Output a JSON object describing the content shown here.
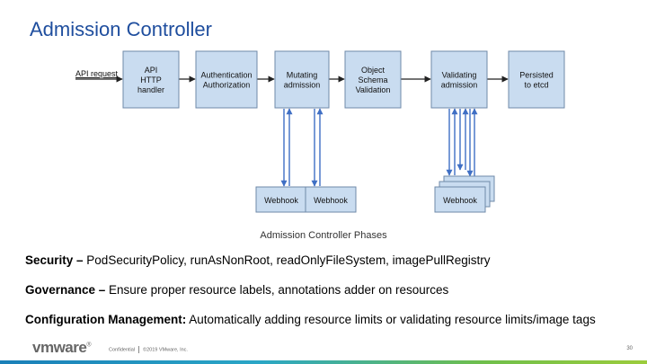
{
  "slide": {
    "title": "Admission Controller",
    "caption": "Admission Controller Phases",
    "bullets": [
      {
        "label": "Security –",
        "text": " PodSecurityPolicy, runAsNonRoot, readOnlyFileSystem, imagePullRegistry"
      },
      {
        "label": "Governance –",
        "text": " Ensure proper resource labels, annotations adder on resources"
      },
      {
        "label": "Configuration Management:",
        "text": " Automatically adding resource limits or validating resource limits/image tags"
      }
    ]
  },
  "diagram": {
    "input_label": "API request",
    "stages": [
      {
        "id": "api-handler",
        "lines": [
          "API",
          "HTTP",
          "handler"
        ]
      },
      {
        "id": "authn-authz",
        "lines": [
          "Authentication",
          "Authorization"
        ]
      },
      {
        "id": "mutating",
        "lines": [
          "Mutating",
          "admission"
        ]
      },
      {
        "id": "schema",
        "lines": [
          "Object",
          "Schema",
          "Validation"
        ]
      },
      {
        "id": "validating",
        "lines": [
          "Validating",
          "admission"
        ]
      },
      {
        "id": "persisted",
        "lines": [
          "Persisted",
          "to etcd"
        ]
      }
    ],
    "webhook_label": "Webhook",
    "box_fill": "#c9dcf0",
    "box_stroke": "#6f8aa8",
    "arrow_color": "#3f6fc4"
  },
  "footer": {
    "brand": "vmware",
    "confidential": "Confidential",
    "copyright": "©2019 VMware, Inc.",
    "page": "30"
  }
}
